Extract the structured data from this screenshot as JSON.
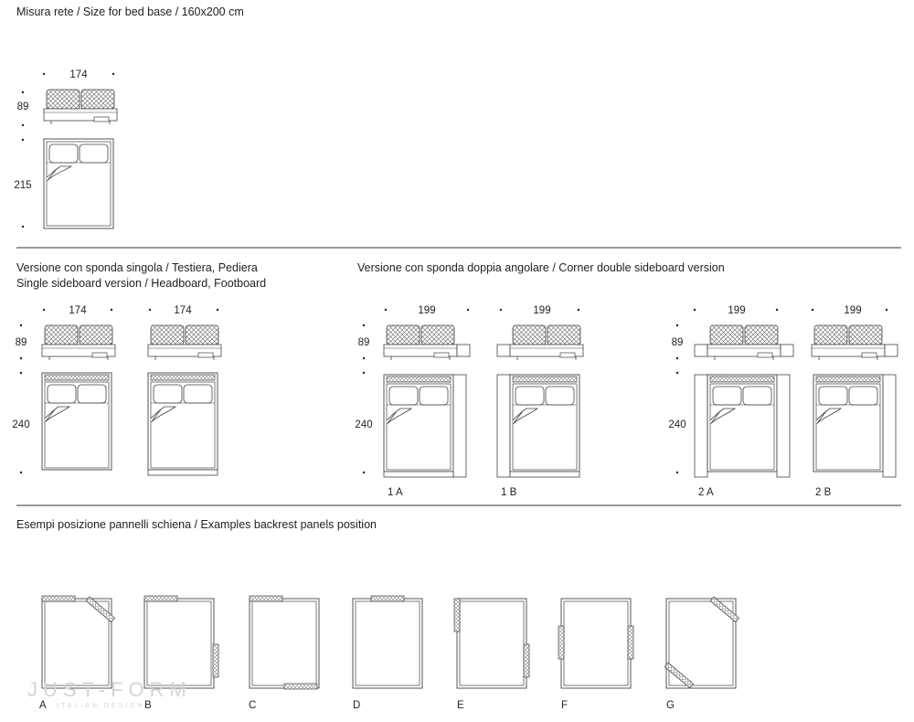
{
  "sections": {
    "bed_base": {
      "title": "Misura rete / Size for bed base / 160x200 cm",
      "width": "174",
      "height": "89",
      "length": "215"
    },
    "single": {
      "title_line1": "Versione con sponda singola / Testiera, Pediera",
      "title_line2": "Single sideboard version / Headboard, Footboard",
      "width_a": "174",
      "width_b": "174",
      "height": "89",
      "length": "240"
    },
    "corner": {
      "title": "Versione con sponda doppia angolare / Corner double sideboard version",
      "width_1a": "199",
      "width_1b": "199",
      "width_2a": "199",
      "width_2b": "199",
      "height_1": "89",
      "height_2": "89",
      "length_1": "240",
      "length_2": "240",
      "label_1a": "1 A",
      "label_1b": "1 B",
      "label_2a": "2 A",
      "label_2b": "2 B"
    },
    "panels": {
      "title": "Esempi posizione pannelli schiena / Examples backrest panels position",
      "labels": [
        "A",
        "B",
        "C",
        "D",
        "E",
        "F",
        "G"
      ]
    }
  },
  "watermark": {
    "main": "JUST-FORM",
    "sub": "ITALIAN DESIGN"
  }
}
